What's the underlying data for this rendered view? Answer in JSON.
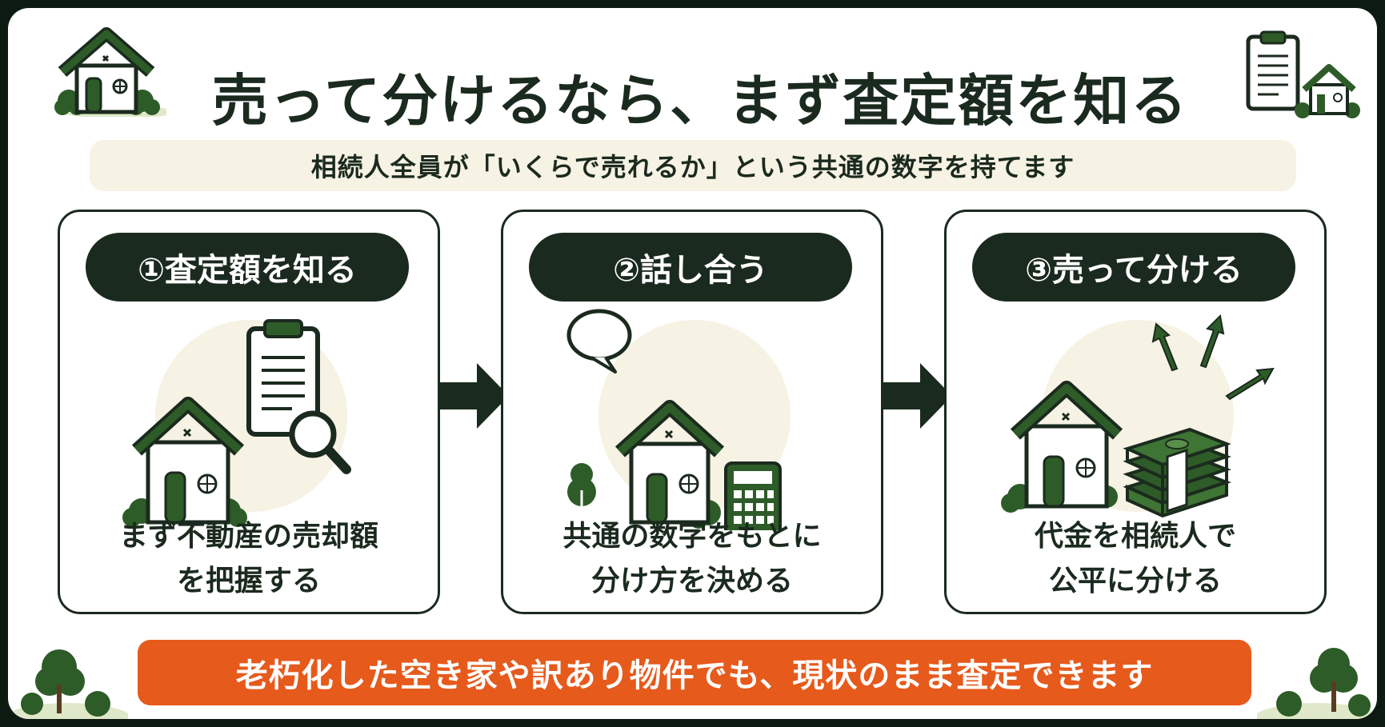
{
  "header": {
    "title": "売って分けるなら、まず査定額を知る",
    "subtitle": "相続人全員が「いくらで売れるか」という共通の数字を持てます"
  },
  "steps": [
    {
      "label": "①査定額を知る",
      "caption_line1": "まず不動産の売却額",
      "caption_line2": "を把握する",
      "icons": [
        "house-icon",
        "clipboard-icon",
        "magnifier-icon"
      ]
    },
    {
      "label": "②話し合う",
      "caption_line1": "共通の数字をもとに",
      "caption_line2": "分け方を決める",
      "icons": [
        "speech-bubble-icon",
        "house-icon",
        "calculator-icon"
      ]
    },
    {
      "label": "③売って分ける",
      "caption_line1": "代金を相続人で",
      "caption_line2": "公平に分ける",
      "icons": [
        "house-icon",
        "money-stack-icon",
        "up-arrows-icon"
      ]
    }
  ],
  "notice": {
    "text": "老朽化した空き家や訳あり物件でも、現状のまま査定できます"
  },
  "colors": {
    "dark_green": "#1b2a1e",
    "leaf_green": "#2e5c28",
    "cream": "#f6f2e4",
    "orange": "#e65a1c"
  }
}
